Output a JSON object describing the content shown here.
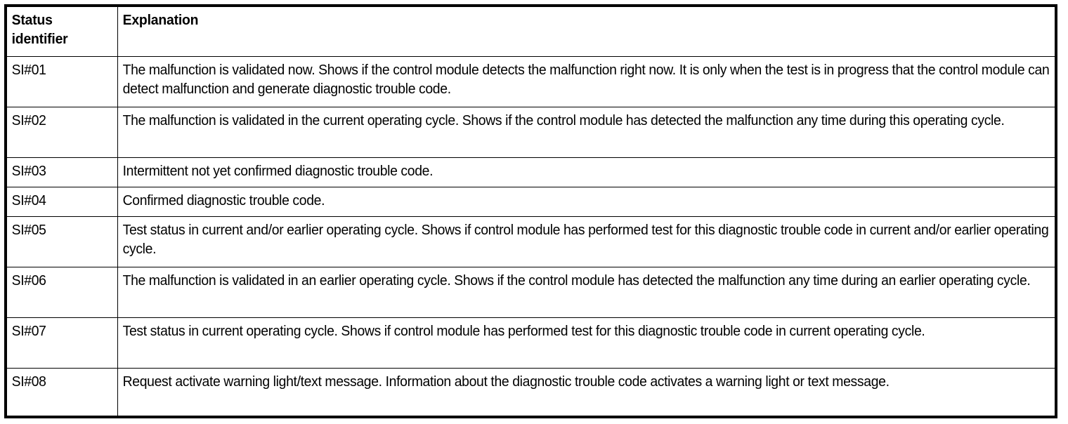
{
  "table": {
    "columns": [
      {
        "key": "status_identifier",
        "label": "Status\nidentifier",
        "label_line1": "Status",
        "label_line2": "identifier"
      },
      {
        "key": "explanation",
        "label": "Explanation"
      }
    ],
    "rows": [
      {
        "status_identifier": "SI#01",
        "explanation": "The malfunction is validated now. Shows if the control module detects the malfunction right now. It is only when the test is in progress that the control module can detect malfunction and generate diagnostic trouble code.",
        "lines": 2
      },
      {
        "status_identifier": "SI#02",
        "explanation": "The malfunction is validated in the current operating cycle. Shows if the control module has detected the malfunction any time during this operating cycle.",
        "lines": 2
      },
      {
        "status_identifier": "SI#03",
        "explanation": "Intermittent not yet confirmed diagnostic trouble code.",
        "lines": 1
      },
      {
        "status_identifier": "SI#04",
        "explanation": "Confirmed diagnostic trouble code.",
        "lines": 1
      },
      {
        "status_identifier": "SI#05",
        "explanation": "Test status in current and/or earlier operating cycle. Shows if control module has performed test for this diagnostic trouble code in current and/or earlier operating cycle.",
        "lines": 2
      },
      {
        "status_identifier": "SI#06",
        "explanation": "The malfunction is validated in an earlier operating cycle. Shows if the control module has detected the malfunction any time during an earlier operating cycle.",
        "lines": 2
      },
      {
        "status_identifier": "SI#07",
        "explanation": "Test status in current operating cycle. Shows if control module has performed test for this diagnostic trouble code in current operating cycle.",
        "lines": 2
      },
      {
        "status_identifier": "SI#08",
        "explanation": "Request activate warning light/text message. Information about the diagnostic trouble code activates a warning light or text message.",
        "lines": 2
      }
    ]
  },
  "colors": {
    "border": "#000000",
    "text": "#000000",
    "background": "#ffffff"
  }
}
